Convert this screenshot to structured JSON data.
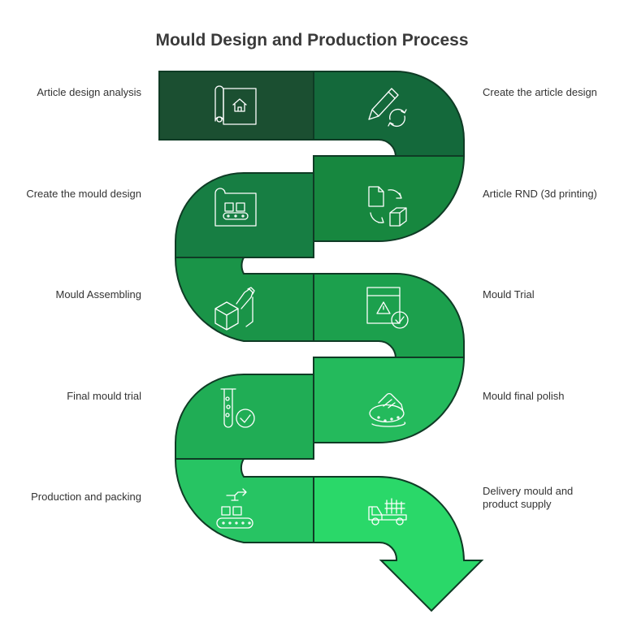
{
  "title": "Mould Design and Production Process",
  "colors": {
    "outline": "#0f3b25",
    "steps": [
      "#1b4f31",
      "#14693b",
      "#177e43",
      "#17873f",
      "#1a9448",
      "#1ca04d",
      "#20ad55",
      "#24ba5c",
      "#27c463",
      "#2ad869"
    ]
  },
  "steps": [
    {
      "label": "Article design analysis",
      "icon": "blueprint-house-icon"
    },
    {
      "label": "Create the article design",
      "icon": "pencil-refresh-icon"
    },
    {
      "label": "Create the mould design",
      "icon": "conveyor-plan-icon"
    },
    {
      "label": "Article RND (3d printing)",
      "icon": "file-cube-cycle-icon"
    },
    {
      "label": "Mould Assembling",
      "icon": "robot-arm-box-icon"
    },
    {
      "label": "Mould Trial",
      "icon": "warning-document-check-icon"
    },
    {
      "label": "Final mould trial",
      "icon": "test-tube-check-icon"
    },
    {
      "label": "Mould final polish",
      "icon": "hand-polish-icon"
    },
    {
      "label": "Production and packing",
      "icon": "conveyor-robot-icon"
    },
    {
      "label": "Delivery mould and product supply",
      "icon": "delivery-truck-icon"
    }
  ]
}
